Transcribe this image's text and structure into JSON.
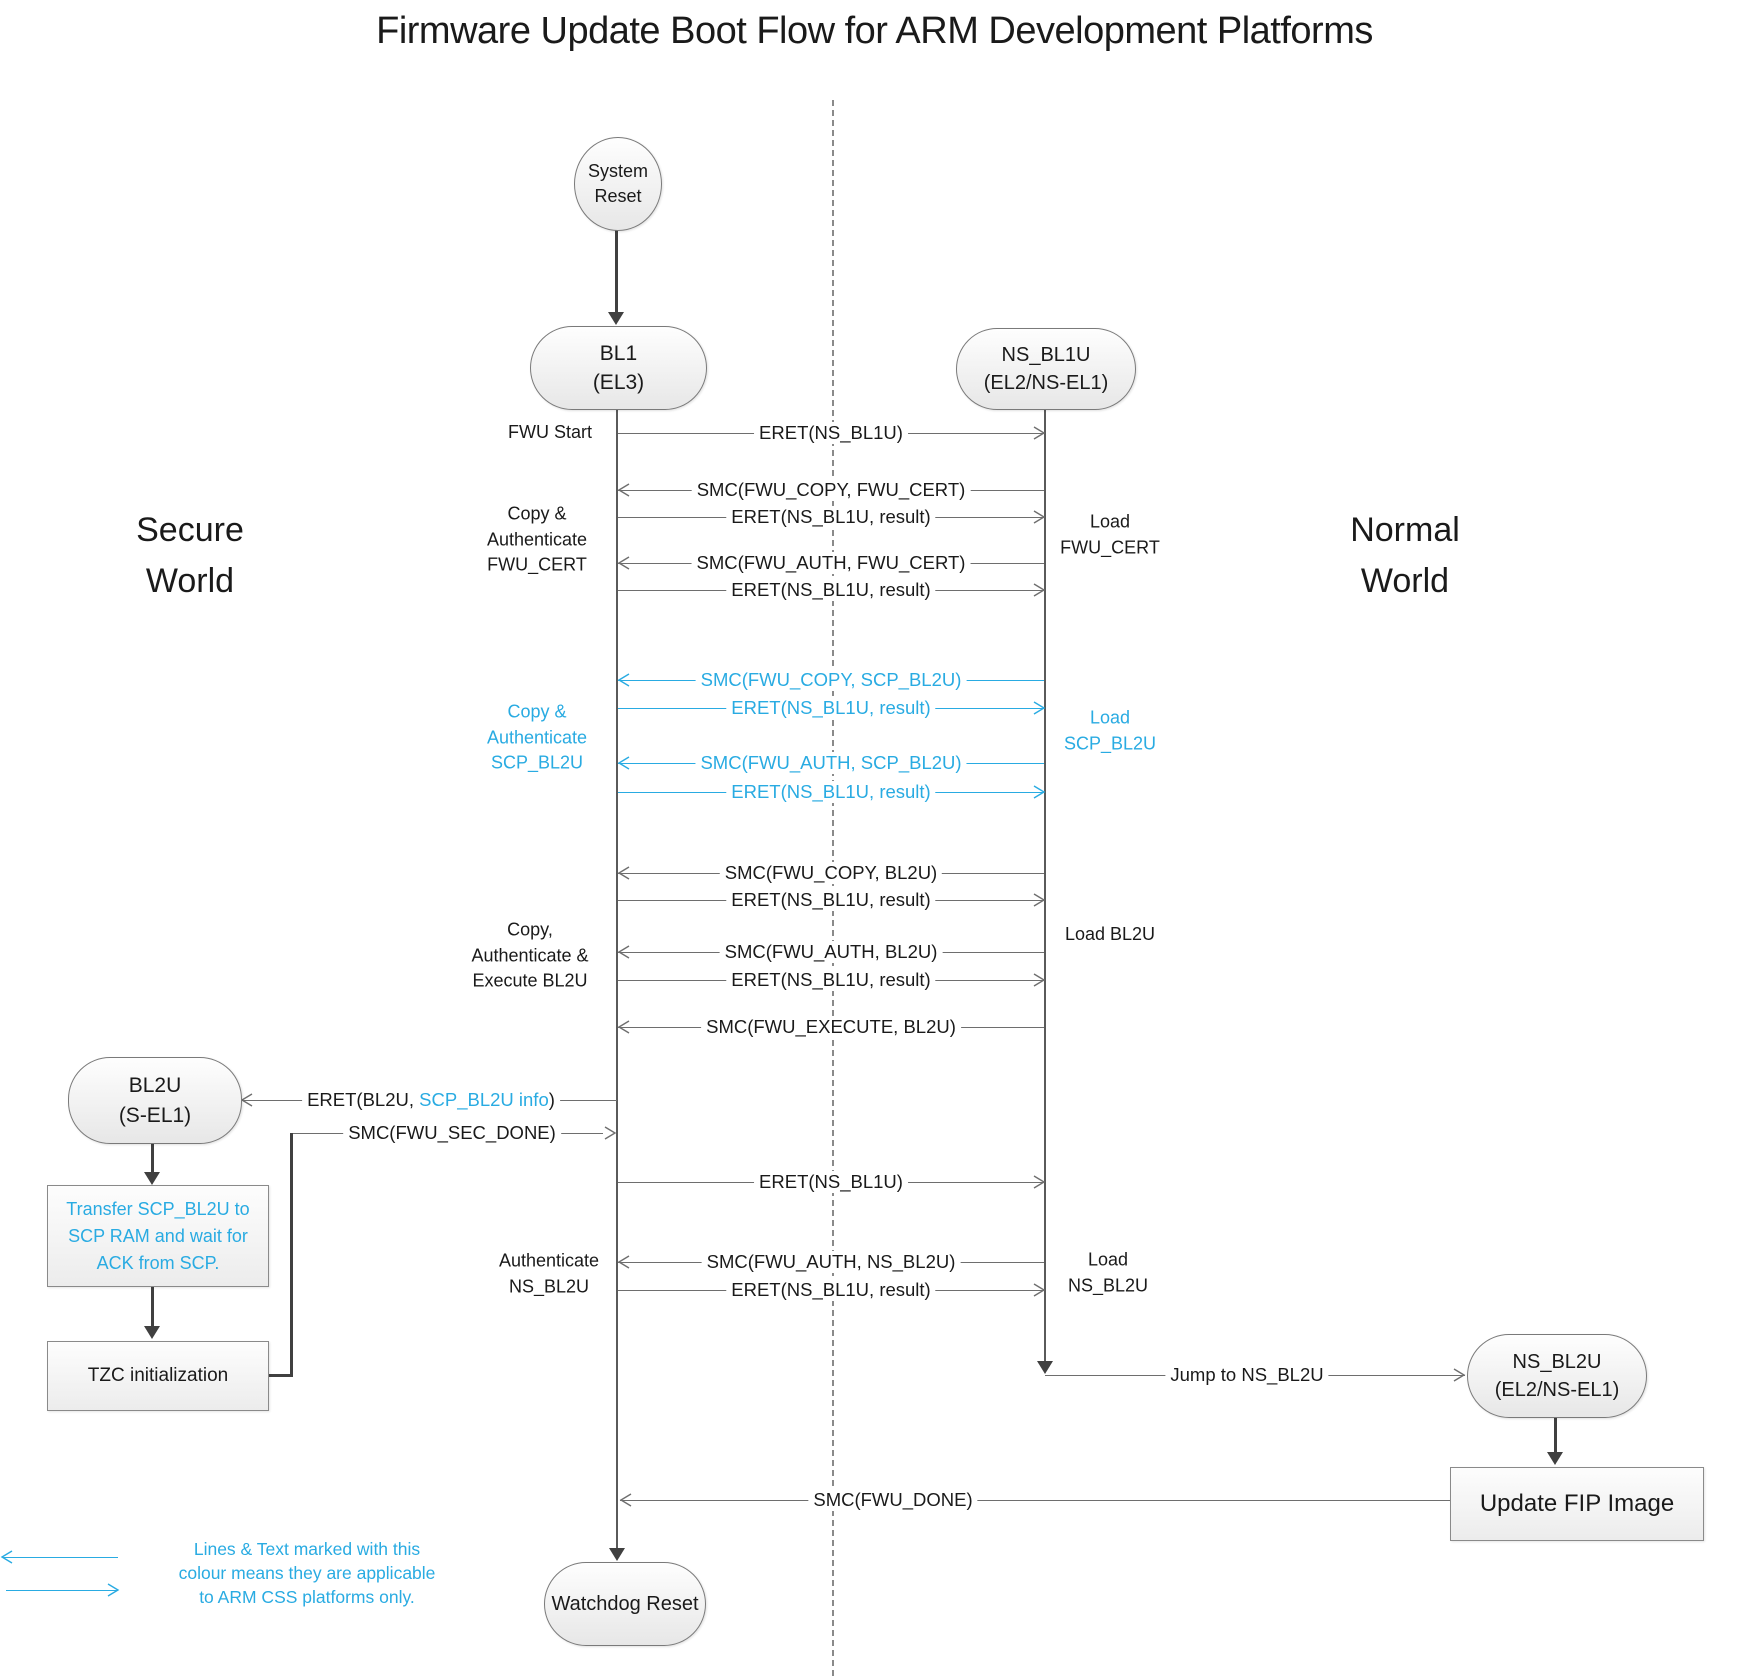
{
  "title": "Firmware Update Boot Flow for ARM Development Platforms",
  "worlds": {
    "secure": "Secure\nWorld",
    "normal": "Normal\nWorld"
  },
  "nodes": {
    "system_reset": "System\nReset",
    "bl1": "BL1\n(EL3)",
    "ns_bl1u": "NS_BL1U\n(EL2/NS-EL1)",
    "bl2u": "BL2U\n(S-EL1)",
    "transfer_scp": "Transfer SCP_BL2U to\nSCP RAM and wait for\nACK from SCP.",
    "tzc": "TZC initialization",
    "ns_bl2u": "NS_BL2U\n(EL2/NS-EL1)",
    "update_fip": "Update FIP Image",
    "watchdog": "Watchdog Reset"
  },
  "activities": {
    "fwu_start": "FWU Start",
    "copy_auth_fwu_cert": "Copy &\nAuthenticate\nFWU_CERT",
    "load_fwu_cert": "Load\nFWU_CERT",
    "copy_auth_scp_bl2u": "Copy &\nAuthenticate\nSCP_BL2U",
    "load_scp_bl2u": "Load\nSCP_BL2U",
    "copy_auth_exec_bl2u": "Copy,\nAuthenticate &\nExecute BL2U",
    "load_bl2u": "Load BL2U",
    "auth_ns_bl2u": "Authenticate\nNS_BL2U",
    "load_ns_bl2u": "Load\nNS_BL2U"
  },
  "messages": {
    "eret_ns_bl1u": "ERET(NS_BL1U)",
    "eret_result": "ERET(NS_BL1U, result)",
    "smc_copy_fwu_cert": "SMC(FWU_COPY, FWU_CERT)",
    "smc_auth_fwu_cert": "SMC(FWU_AUTH, FWU_CERT)",
    "smc_copy_scp_bl2u": "SMC(FWU_COPY, SCP_BL2U)",
    "smc_auth_scp_bl2u": "SMC(FWU_AUTH, SCP_BL2U)",
    "smc_copy_bl2u": "SMC(FWU_COPY, BL2U)",
    "smc_auth_bl2u": "SMC(FWU_AUTH, BL2U)",
    "smc_execute_bl2u": "SMC(FWU_EXECUTE, BL2U)",
    "eret_bl2u_prefix": "ERET(BL2U, ",
    "eret_bl2u_css": "SCP_BL2U info",
    "eret_bl2u_suffix": ")",
    "smc_fwu_sec_done": "SMC(FWU_SEC_DONE)",
    "smc_auth_ns_bl2u": "SMC(FWU_AUTH, NS_BL2U)",
    "jump_ns_bl2u": "Jump to NS_BL2U",
    "smc_fwu_done": "SMC(FWU_DONE)"
  },
  "legend": {
    "note": "Lines & Text marked with this\ncolour means they are applicable\nto ARM CSS platforms only."
  },
  "colors": {
    "css_platform_accent": "#29ABE2",
    "line_gray": "#6e6e6e"
  }
}
